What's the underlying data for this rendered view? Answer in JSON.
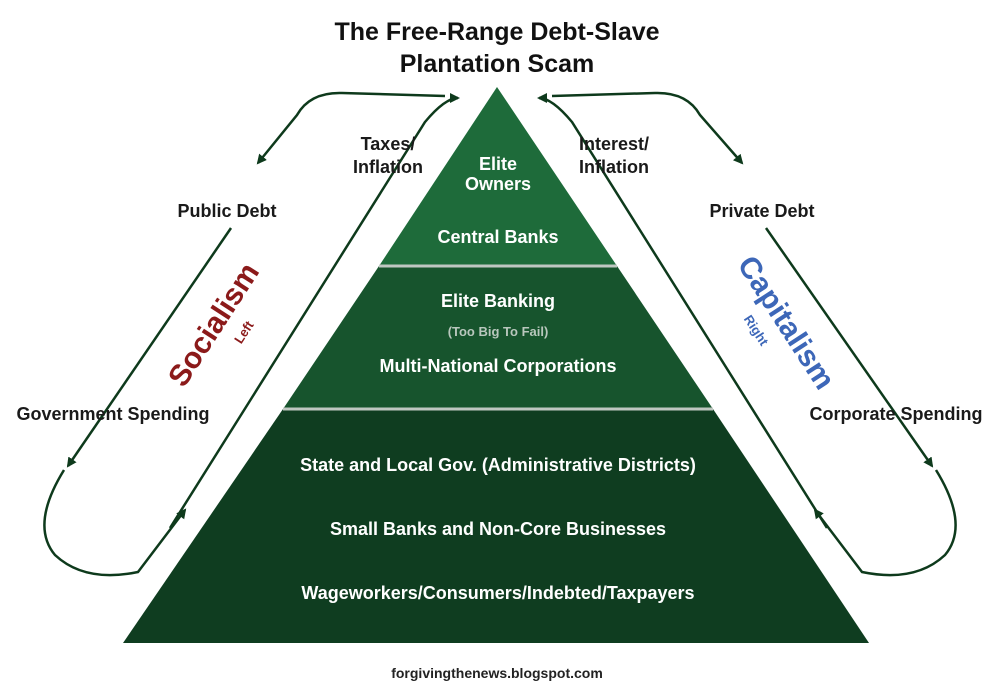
{
  "title": {
    "line1": "The Free-Range Debt-Slave",
    "line2": "Plantation Scam"
  },
  "pyramid": {
    "top": {
      "line1": "Elite",
      "line2": "Owners",
      "line3": "Central Banks"
    },
    "middle": {
      "line1": "Elite Banking",
      "line2": "(Too Big To Fail)",
      "line3": "Multi-National Corporations"
    },
    "bottom": {
      "line1": "State and Local Gov. (Administrative Districts)",
      "line2": "Small Banks and Non-Core Businesses",
      "line3": "Wageworkers/Consumers/Indebted/Taxpayers"
    }
  },
  "left": {
    "flow_top_line1": "Taxes/",
    "flow_top_line2": "Inflation",
    "debt": "Public Debt",
    "spending": "Government Spending",
    "ideology": "Socialism",
    "side": "Left"
  },
  "right": {
    "flow_top_line1": "Interest/",
    "flow_top_line2": "Inflation",
    "debt": "Private Debt",
    "spending": "Corporate Spending",
    "ideology": "Capitalism",
    "side": "Right"
  },
  "footer": "forgivingthenews.blogspot.com",
  "colors": {
    "tier_top": "#1e6b3a",
    "tier_middle": "#17542d",
    "tier_bottom": "#0f3d20",
    "divider": "#bfc7c1",
    "socialism": "#8b1a1a",
    "capitalism": "#3d67b8",
    "arrow": "#0e3a1c"
  }
}
